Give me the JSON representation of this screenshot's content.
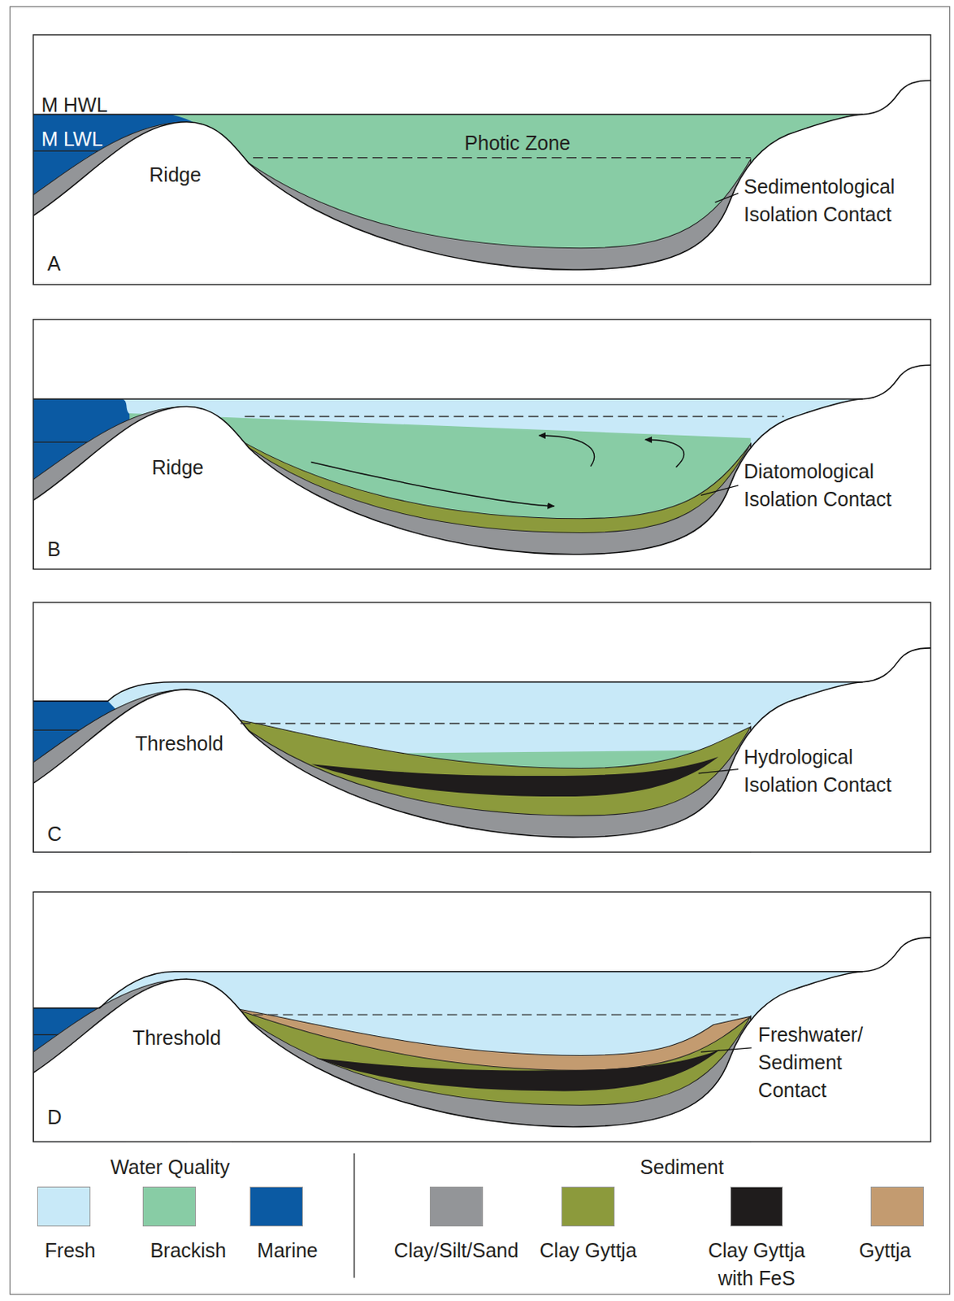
{
  "diagram": {
    "labels": [
      "M HWL",
      "M LWL",
      "Photic Zone",
      "Ridge",
      "Sedimentological Isolation Contact",
      "A",
      "Ridge",
      "Diatomological Isolation Contact",
      "B",
      "Threshold",
      "Hydrological Isolation Contact",
      "C",
      "Threshold",
      "Freshwater/ Sediment Contact",
      "D",
      "Water Quality",
      "Sediment"
    ],
    "legend": [
      {
        "text": "Fresh",
        "color": "#c8e9f8"
      },
      {
        "text": "Brackish",
        "color": "#88cca5"
      },
      {
        "text": "Marine",
        "color": "#0b5aa3"
      },
      {
        "text": "Clay/Silt/Sand",
        "color": "#939598"
      },
      {
        "text": "Clay Gyttja",
        "color": "#8c9a3c"
      },
      {
        "text": "Clay Gyttja with FeS",
        "color": "#1f1c1c"
      },
      {
        "text": "Gyttja",
        "color": "#c39b70"
      }
    ]
  }
}
